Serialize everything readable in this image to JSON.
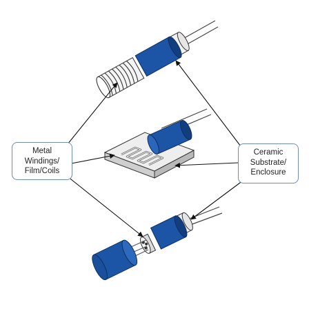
{
  "labels": {
    "left": {
      "line1": "Metal",
      "line2": "Windings/",
      "line3": "Film/Coils"
    },
    "right": {
      "line1": "Ceramic",
      "line2": "Substrate/",
      "line3": "Enclosure"
    }
  },
  "colors": {
    "blue": "#1c55a6",
    "blue_dark": "#123e7e",
    "ceramic": "#f1f1f1",
    "outline": "#333333",
    "arrow": "#111111",
    "callout_border": "#6f8cb0"
  },
  "components": [
    "wire-wound-sensor",
    "thin-film-sensor",
    "coiled-element-sensor"
  ]
}
